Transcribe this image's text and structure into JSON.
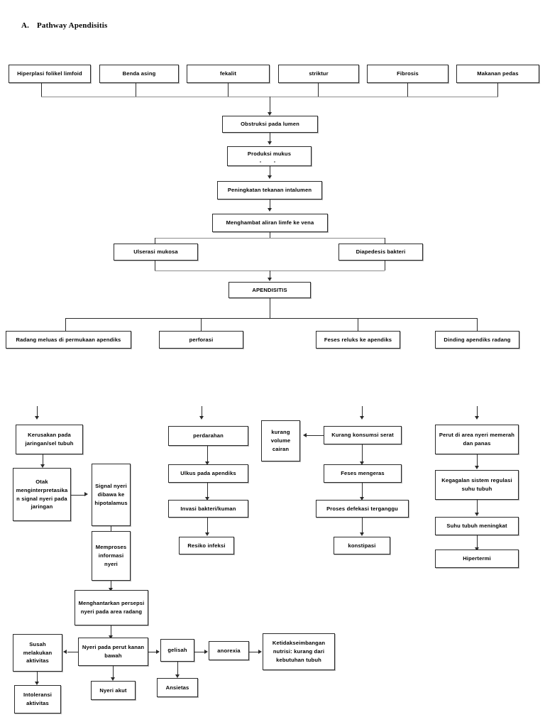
{
  "document": {
    "title_letter": "A.",
    "title": "Pathway Apendisitis"
  },
  "flowchart": {
    "type": "flowchart",
    "causes_row": [
      {
        "id": "hiperplasi",
        "label": "Hiperplasi folikel limfoid"
      },
      {
        "id": "benda-asing",
        "label": "Benda asing"
      },
      {
        "id": "fekalit",
        "label": "fekalit"
      },
      {
        "id": "striktur",
        "label": "striktur"
      },
      {
        "id": "fibrosis",
        "label": "Fibrosis"
      },
      {
        "id": "makanan-pedas",
        "label": "Makanan pedas"
      }
    ],
    "main_chain": [
      {
        "id": "obstruksi",
        "label": "Obstruksi pada lumen"
      },
      {
        "id": "produksi-mukus",
        "label": "Produksi mukus"
      },
      {
        "id": "peningkatan-tekanan",
        "label": "Peningkatan tekanan intalumen"
      },
      {
        "id": "menghambat-limfe",
        "label": "Menghambat aliran limfe ke vena"
      }
    ],
    "branch_pair": [
      {
        "id": "ulserasi",
        "label": "Ulserasi mukosa"
      },
      {
        "id": "diapedesis",
        "label": "Diapedesis bakteri"
      }
    ],
    "diagnosis": {
      "id": "apendisitis",
      "label": "APENDISITIS"
    },
    "outcomes_row": [
      {
        "id": "radang-meluas",
        "label": "Radang meluas di permukaan apendiks"
      },
      {
        "id": "perforasi",
        "label": "perforasi"
      },
      {
        "id": "feses-reluks",
        "label": "Feses reluks ke apendiks"
      },
      {
        "id": "dinding-radang",
        "label": "Dinding apendiks radang"
      }
    ],
    "column_pain": [
      {
        "id": "kerusakan-jaringan",
        "label": "Kerusakan pada jaringan/sel tubuh"
      },
      {
        "id": "otak-interpretasi",
        "label": "Otak menginterpretasikan signal nyeri pada jaringan"
      },
      {
        "id": "signal-hipotalamus",
        "label": "Signal nyeri dibawa ke hipotalamus"
      },
      {
        "id": "memproses-informasi",
        "label": "Memproses informasi nyeri"
      },
      {
        "id": "menghantarkan-persepsi",
        "label": "Menghantarkan persepsi nyeri pada area radang"
      }
    ],
    "column_bleeding": [
      {
        "id": "perdarahan",
        "label": "perdarahan"
      },
      {
        "id": "ulkus",
        "label": "Ulkus pada apendiks"
      },
      {
        "id": "invasi-bakteri",
        "label": "Invasi bakteri/kuman"
      },
      {
        "id": "resiko-infeksi",
        "label": "Resiko infeksi"
      }
    ],
    "column_constipation": [
      {
        "id": "kurang-serat",
        "label": "Kurang konsumsi serat"
      },
      {
        "id": "feses-mengeras",
        "label": "Feses mengeras"
      },
      {
        "id": "defekasi-terganggu",
        "label": "Proses defekasi terganggu"
      },
      {
        "id": "konstipasi",
        "label": "konstipasi"
      }
    ],
    "fluid_node": {
      "id": "kurang-volume-cairan",
      "label": "kurang volume cairan"
    },
    "column_fever": [
      {
        "id": "perut-memerah",
        "label": "Perut di area nyeri memerah dan panas"
      },
      {
        "id": "kegagalan-regulasi",
        "label": "Kegagalan sistem regulasi suhu tubuh"
      },
      {
        "id": "suhu-meningkat",
        "label": "Suhu tubuh meningkat"
      },
      {
        "id": "hipertermi",
        "label": "Hipertermi"
      }
    ],
    "bottom_row": [
      {
        "id": "susah-aktivitas",
        "label": "Susah melakukan aktivitas"
      },
      {
        "id": "nyeri-perut",
        "label": "Nyeri pada perut kanan bawah"
      },
      {
        "id": "gelisah",
        "label": "gelisah"
      },
      {
        "id": "anorexia",
        "label": "anorexia"
      },
      {
        "id": "ketidakseimbangan",
        "label": "Ketidakseimbangan nutrisi: kurang dari kebutuhan tubuh"
      }
    ],
    "bottom_leaves": [
      {
        "id": "intoleransi",
        "label": "Intoleransi aktivitas"
      },
      {
        "id": "nyeri-akut",
        "label": "Nyeri akut"
      },
      {
        "id": "ansietas",
        "label": "Ansietas"
      }
    ]
  }
}
